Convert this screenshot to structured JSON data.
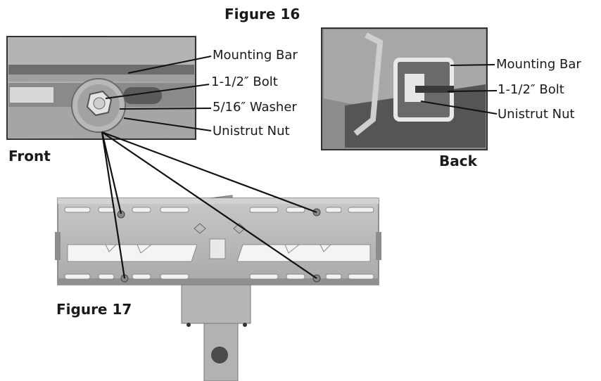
{
  "figure16": {
    "title": "Figure 16",
    "front": {
      "caption": "Front",
      "callouts": [
        "Mounting Bar",
        "1-1/2″ Bolt",
        "5/16″ Washer",
        "Unistrut Nut"
      ]
    },
    "back": {
      "caption": "Back",
      "callouts": [
        "Mounting Bar",
        "1-1/2″ Bolt",
        "Unistrut Nut"
      ]
    }
  },
  "figure17": {
    "title": "Figure 17"
  }
}
